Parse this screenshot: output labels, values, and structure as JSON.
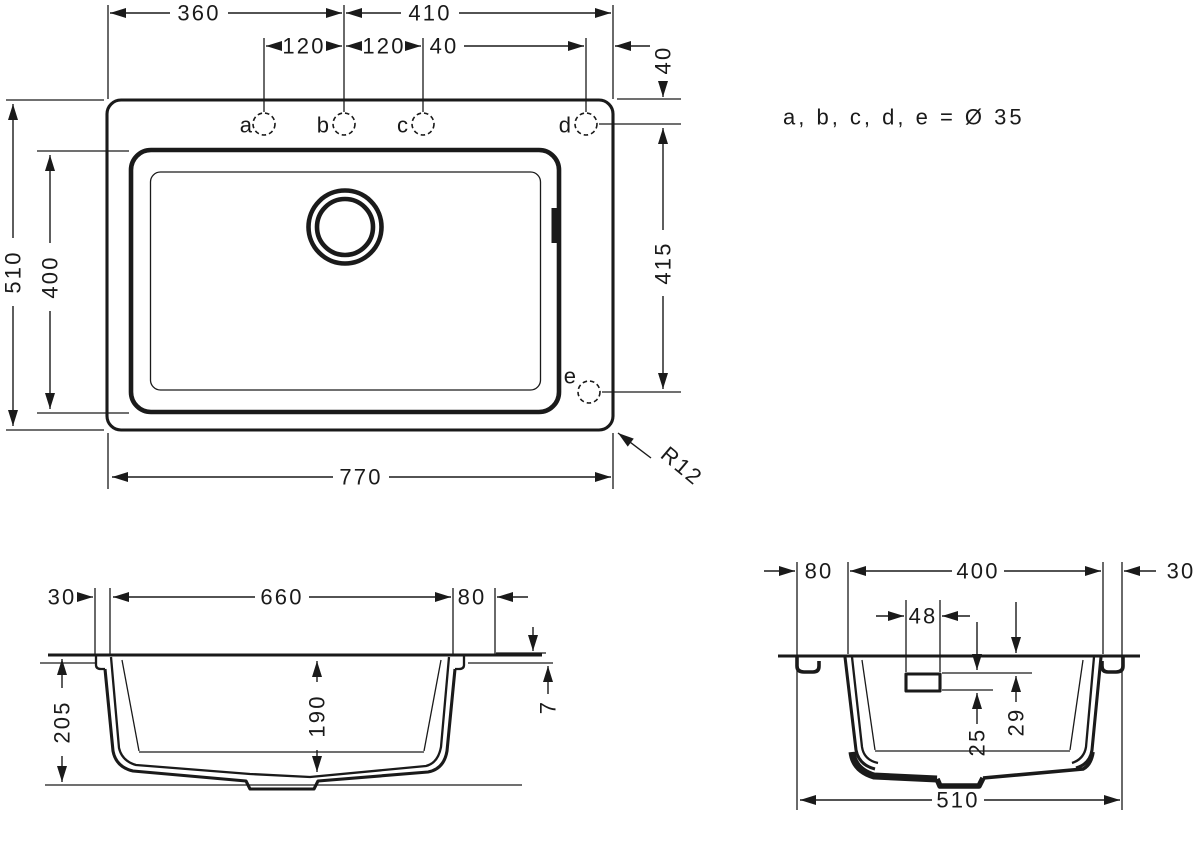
{
  "note": "a, b, c, d, e = Ø 35",
  "top_view": {
    "holes": [
      "a",
      "b",
      "c",
      "d",
      "e"
    ],
    "dims": {
      "left_span": "360",
      "right_span": "410",
      "hole_pitch_ab": "120",
      "hole_pitch_bc": "120",
      "hole_d_edge_inset": "40",
      "hole_d_top_inset": "40",
      "overall_depth": "510",
      "bowl_depth": "400",
      "hole_d_to_e": "415",
      "overall_width": "770",
      "corner_radius": "R12"
    }
  },
  "front_view": {
    "dims": {
      "rim_left": "30",
      "bowl_width": "660",
      "rim_right": "80",
      "overall_height": "205",
      "bowl_height": "190",
      "rim_above_counter": "7"
    }
  },
  "side_view": {
    "dims": {
      "rim_back": "80",
      "bowl_width": "400",
      "rim_front": "30",
      "overflow_width": "48",
      "overflow_top_offset": "29",
      "overflow_height": "25",
      "overall_width": "510"
    }
  }
}
